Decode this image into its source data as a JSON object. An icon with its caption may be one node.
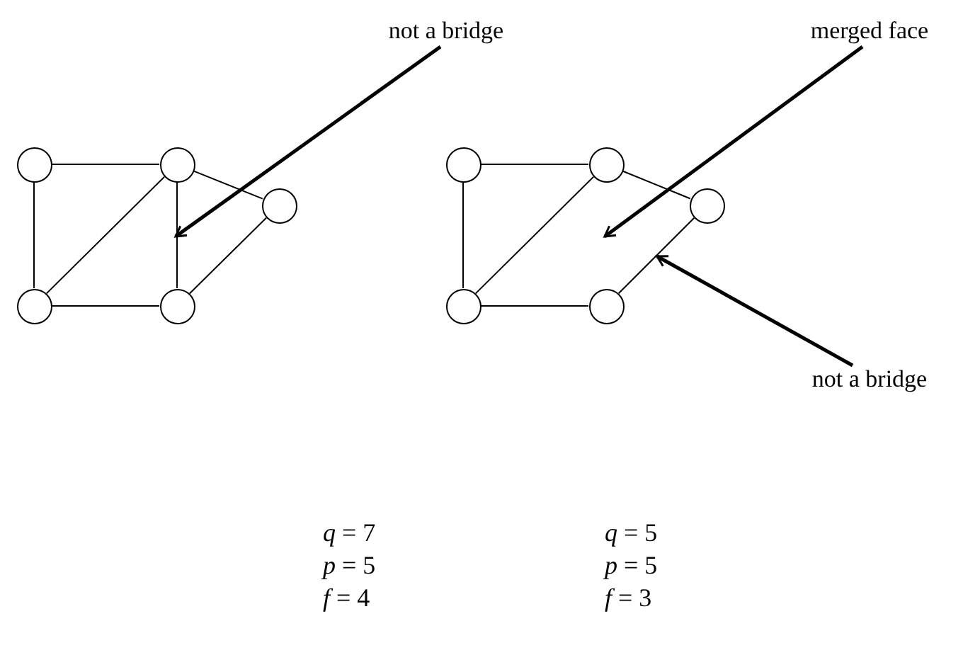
{
  "diagram": {
    "nodes": [
      {
        "text": [
          "not a bridge"
        ]
      },
      {
        "text": [
          "merged face"
        ]
      },
      {
        "text": [],
        "shape": "circle"
      },
      {
        "text": [],
        "shape": "circle"
      },
      {
        "text": [],
        "shape": "circle"
      },
      {
        "text": [],
        "shape": "circle"
      },
      {
        "text": [],
        "shape": "circle"
      },
      {
        "text": [],
        "shape": "circle"
      },
      {
        "text": [],
        "shape": "circle"
      },
      {
        "text": [],
        "shape": "circle"
      },
      {
        "text": [],
        "shape": "circle"
      },
      {
        "text": [],
        "shape": "circle"
      },
      {
        "text": [
          "not a bridge"
        ]
      }
    ],
    "edges": [
      {
        "from": 2,
        "to": 3,
        "arrow": "none"
      },
      {
        "from": 2,
        "to": 5,
        "arrow": "none"
      },
      {
        "from": 5,
        "to": 6,
        "arrow": "none"
      },
      {
        "from": 3,
        "to": 5,
        "arrow": "none"
      },
      {
        "from": 3,
        "to": 6,
        "arrow": "none"
      },
      {
        "from": 3,
        "to": 4,
        "arrow": "none"
      },
      {
        "from": 4,
        "to": 6,
        "arrow": "none"
      },
      {
        "from": 7,
        "to": 8,
        "arrow": "none"
      },
      {
        "from": 7,
        "to": 10,
        "arrow": "none"
      },
      {
        "from": 10,
        "to": 11,
        "arrow": "none"
      },
      {
        "from": 8,
        "to": 10,
        "arrow": "none"
      },
      {
        "from": 8,
        "to": 9,
        "arrow": "none"
      },
      {
        "from": 9,
        "to": 11,
        "arrow": "none"
      },
      {
        "from": 0,
        "to": null,
        "arrow": "to",
        "style": "thick"
      },
      {
        "from": 1,
        "to": null,
        "arrow": "to",
        "style": "thick"
      },
      {
        "from": 12,
        "to": null,
        "arrow": "to",
        "style": "thick"
      }
    ],
    "labels": [
      "*q* = 7",
      "*q* = 5",
      "*p* = 5",
      "*p* = 5",
      "*f* = 4",
      "*f* = 3"
    ]
  }
}
